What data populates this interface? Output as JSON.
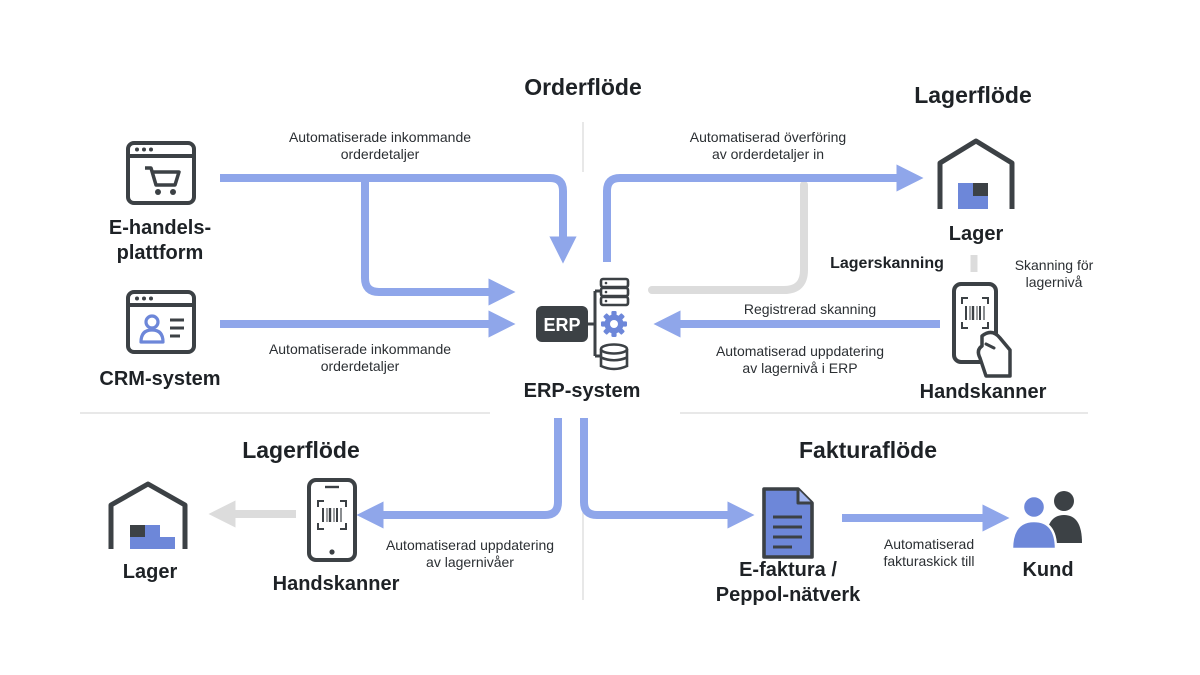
{
  "colors": {
    "flow_arrow": "#8fa6ea",
    "inactive_arrow": "#dcdcdc",
    "icon_dark": "#3c4145",
    "icon_accent": "#6d87d9",
    "divider": "#d9d9d9",
    "text": "#1e2226"
  },
  "sections": {
    "order_flow": "Orderflöde",
    "warehouse_flow_top": "Lagerflöde",
    "warehouse_flow_bottom": "Lagerflöde",
    "invoice_flow": "Fakturaflöde"
  },
  "nodes": {
    "ecommerce": {
      "label_line1": "E-handels-",
      "label_line2": "plattform",
      "icon": "browser-cart-icon"
    },
    "crm": {
      "label": "CRM-system",
      "icon": "browser-contact-icon"
    },
    "erp": {
      "label": "ERP-system",
      "badge": "ERP",
      "icon": "erp-gear-database-icon"
    },
    "warehouse_top": {
      "label": "Lager",
      "icon": "warehouse-icon"
    },
    "handscanner_top": {
      "label": "Handskanner",
      "icon": "handheld-scanner-icon"
    },
    "warehouse_bottom": {
      "label": "Lager",
      "icon": "warehouse-icon"
    },
    "handscanner_bottom": {
      "label": "Handskanner",
      "icon": "mobile-scanner-icon"
    },
    "einvoice": {
      "label_line1": "E-faktura /",
      "label_line2": "Peppol-nätverk",
      "icon": "document-icon"
    },
    "customer": {
      "label": "Kund",
      "icon": "users-icon"
    }
  },
  "flows": {
    "ecom_to_erp": {
      "line1": "Automatiserade inkommande",
      "line2": "orderdetaljer"
    },
    "crm_to_erp": {
      "line1": "Automatiserade inkommande",
      "line2": "orderdetaljer"
    },
    "erp_to_warehouse": {
      "line1": "Automatiserad överföring",
      "line2": "av orderdetaljer in"
    },
    "warehouse_scanning": {
      "label": "Lagerskanning"
    },
    "scanning_level": {
      "line1": "Skanning för",
      "line2": "lagernivå"
    },
    "registered_scan": {
      "label": "Registrerad skanning"
    },
    "scanner_to_erp": {
      "line1": "Automatiserad uppdatering",
      "line2": "av lagernivå i ERP"
    },
    "erp_to_scanner": {
      "line1": "Automatiserad uppdatering",
      "line2": "av lagernivåer"
    },
    "invoice_to_customer": {
      "line1": "Automatiserad",
      "line2": "fakturaskick till"
    }
  }
}
